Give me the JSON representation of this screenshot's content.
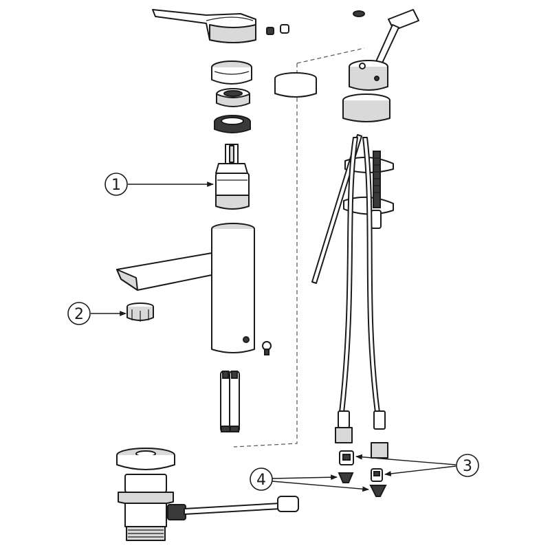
{
  "callouts": [
    {
      "id": "1",
      "label": "1"
    },
    {
      "id": "2",
      "label": "2"
    },
    {
      "id": "3",
      "label": "3"
    },
    {
      "id": "4",
      "label": "4"
    }
  ],
  "colors": {
    "line": "#1a1a1a",
    "fill": "#ffffff",
    "shade": "#d9d9d9",
    "dark": "#3a3a3a"
  }
}
